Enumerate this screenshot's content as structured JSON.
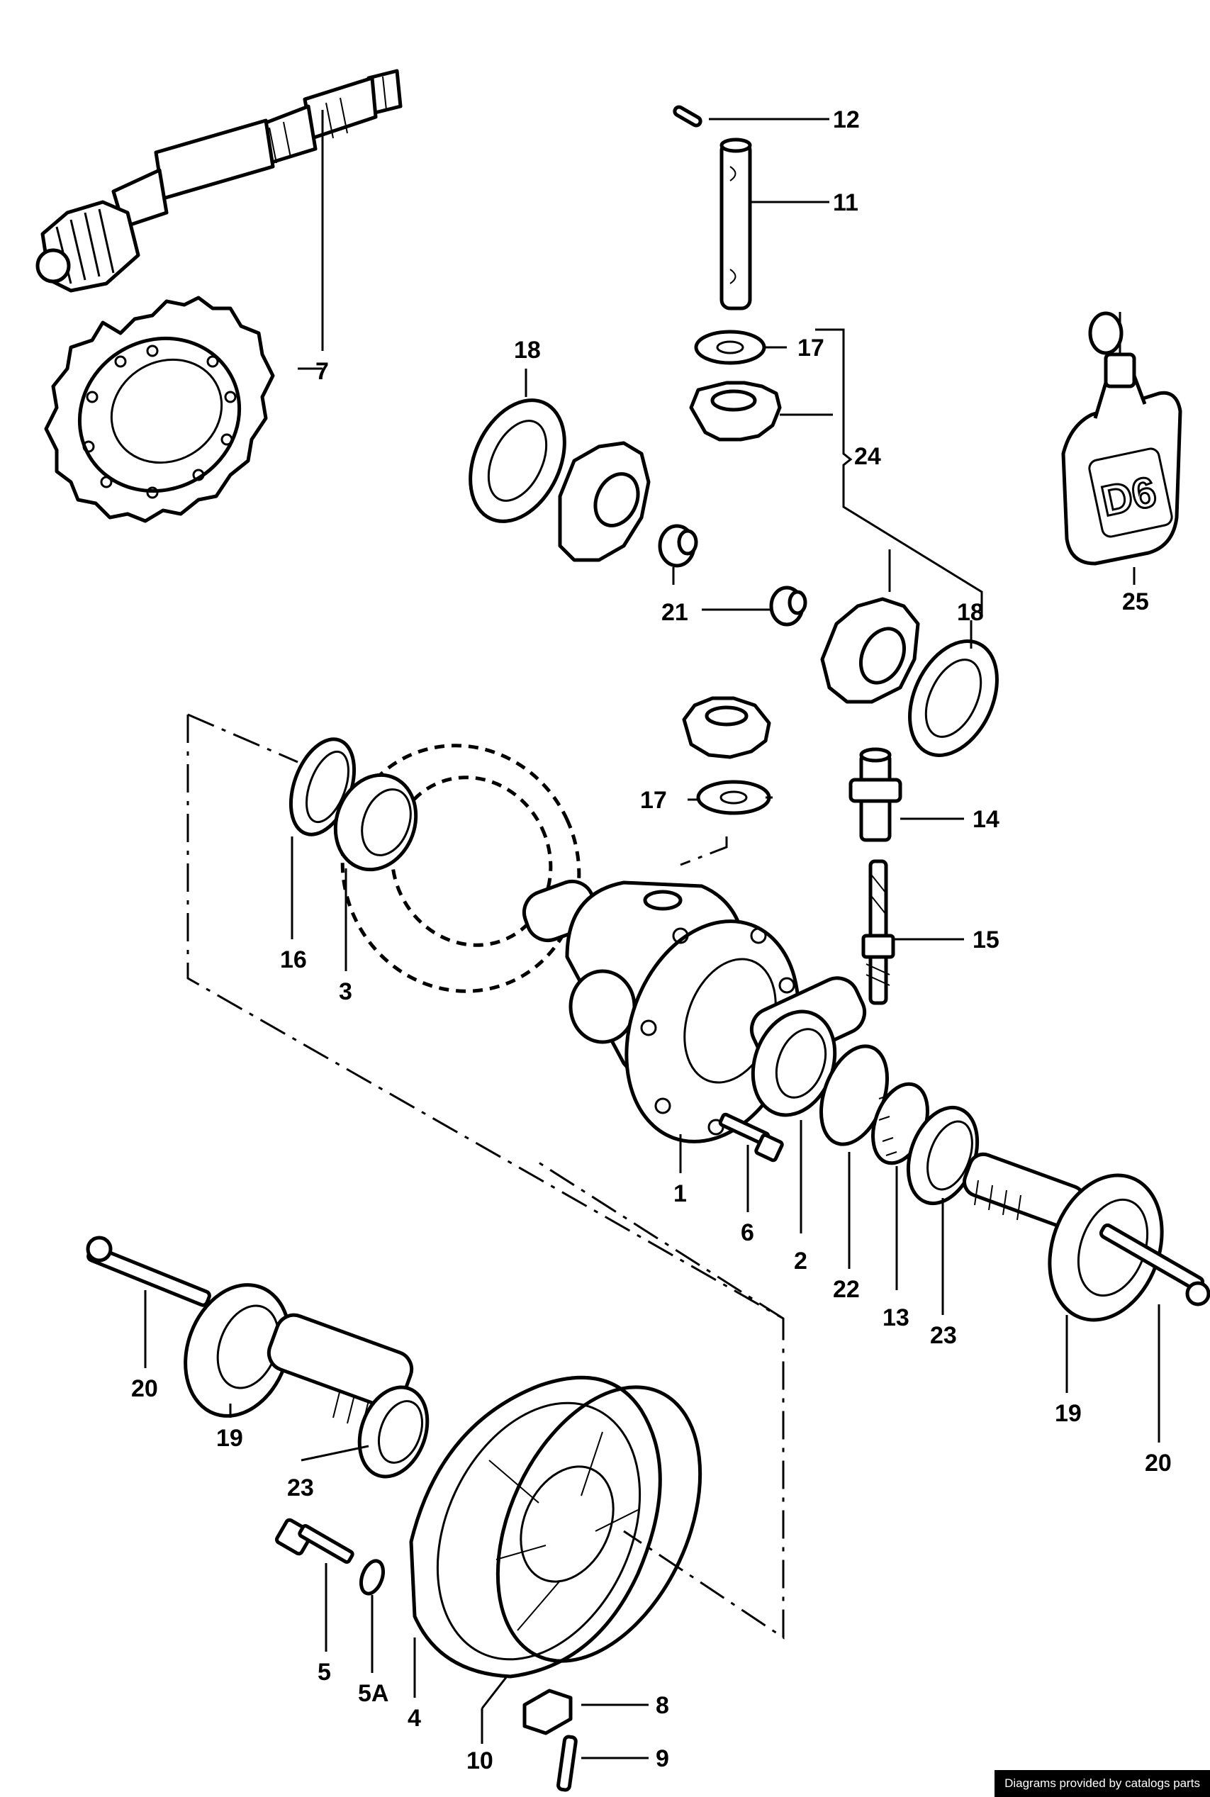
{
  "callouts": {
    "c1": "1",
    "c2": "2",
    "c3": "3",
    "c4": "4",
    "c5": "5",
    "c5a": "5A",
    "c6": "6",
    "c7": "7",
    "c8": "8",
    "c9": "9",
    "c10": "10",
    "c11": "11",
    "c12": "12",
    "c13": "13",
    "c14": "14",
    "c15": "15",
    "c16": "16",
    "c17a": "17",
    "c17b": "17",
    "c18a": "18",
    "c18b": "18",
    "c19a": "19",
    "c19b": "19",
    "c20a": "20",
    "c20b": "20",
    "c21": "21",
    "c22": "22",
    "c23a": "23",
    "c23b": "23",
    "c24": "24",
    "c25": "25"
  },
  "bottle_label": "D6",
  "footer": {
    "credit": "Diagrams provided by catalogs parts"
  }
}
